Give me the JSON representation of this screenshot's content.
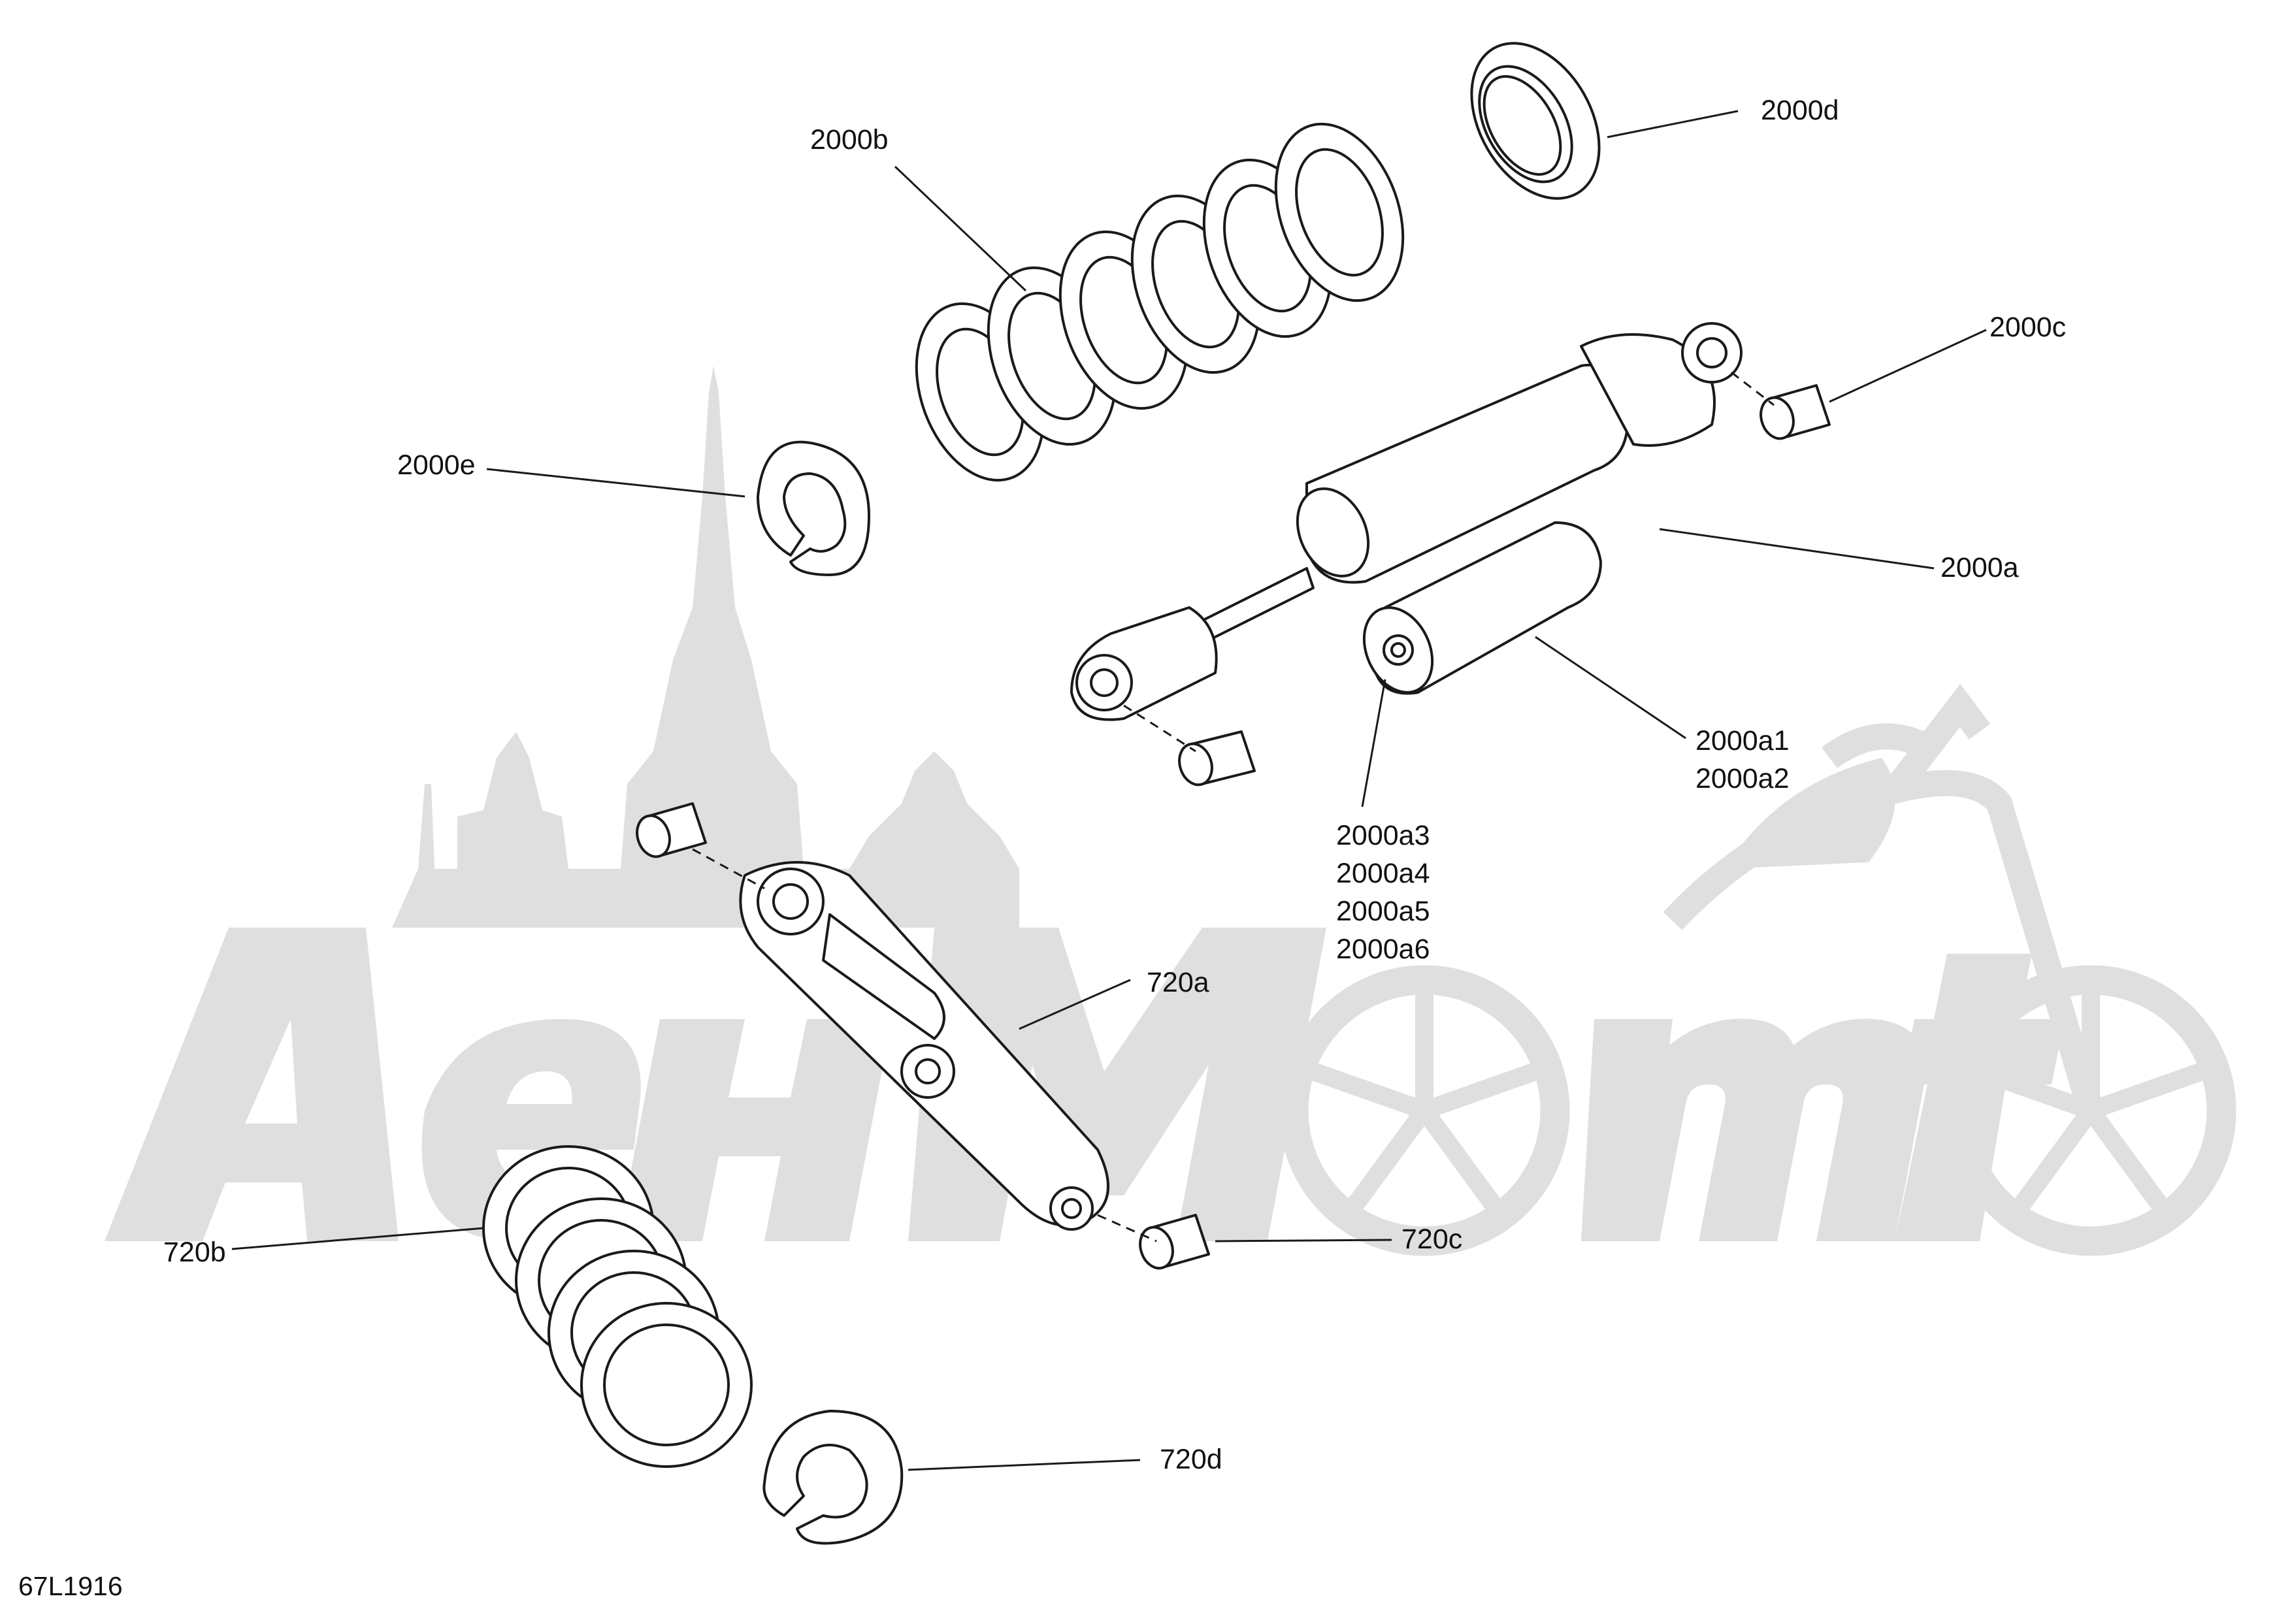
{
  "callouts": {
    "c2000b": "2000b",
    "c2000d": "2000d",
    "c2000c": "2000c",
    "c2000e": "2000e",
    "c2000a": "2000a",
    "c2000a1": "2000a1",
    "c2000a2": "2000a2",
    "c2000a3": "2000a3",
    "c2000a4": "2000a4",
    "c2000a5": "2000a5",
    "c2000a6": "2000a6",
    "c720a": "720a",
    "c720b": "720b",
    "c720c": "720c",
    "c720d": "720d"
  },
  "drawing_code": "67L1916",
  "watermark": {
    "text": "AeHMomo",
    "color": "#dcdcdc"
  },
  "colors": {
    "line": "#1a1a1a",
    "part_fill": "#ffffff"
  }
}
